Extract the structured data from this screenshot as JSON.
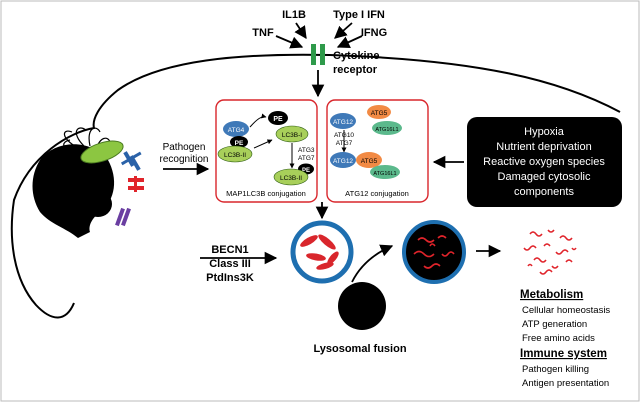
{
  "cytokines": {
    "il1b": "IL1B",
    "type1ifn": "Type I IFN",
    "tnf": "TNF",
    "ifng": "IFNG"
  },
  "receptor_label": [
    "Cytokine",
    "receptor"
  ],
  "pathogen_label": [
    "Pathogen",
    "recognition"
  ],
  "map1lc3b": {
    "atg4": "ATG4",
    "pe_top": "PE",
    "pe_left": "PE",
    "pe_right": "PE",
    "lc3b_ii_left": "LC3B-II",
    "lc3b_i": "LC3B-I",
    "atg3": "ATG3",
    "atg7": "ATG7",
    "lc3b_ii_right": "LC3B-II",
    "caption": "MAP1LC3B conjugation"
  },
  "atg12conj": {
    "atg12_top": "ATG12",
    "atg5_top": "ATG5",
    "atg16l1_top": "ATG16L1",
    "atg10": "ATG10",
    "atg7": "ATG7",
    "atg12_bottom": "ATG12",
    "atg5_bottom": "ATG5",
    "atg16l1_bottom": "ATG16L1",
    "caption": "ATG12 conjugation"
  },
  "stress_box": [
    "Hypoxia",
    "Nutrient deprivation",
    "Reactive oxygen species",
    "Damaged cytosolic",
    "components"
  ],
  "nucleation": [
    "BECN1",
    "Class III",
    "PtdIns3K"
  ],
  "lysosomal_fusion": "Lysosomal fusion",
  "outcomes": {
    "metabolism_heading": "Metabolism",
    "metabolism_items": [
      "Cellular homeostasis",
      "ATP generation",
      "Free amino acids"
    ],
    "immune_heading": "Immune system",
    "immune_items": [
      "Pathogen killing",
      "Antigen presentation"
    ]
  },
  "colors": {
    "receptor_green": "#2e9a4a",
    "box_red": "#d9262c",
    "atg4_blue": "#3f79b8",
    "lc3_green": "#a8cf5a",
    "atg5_orange": "#f28a44",
    "atg16_teal": "#5bb98c",
    "vesicle_blue": "#1e6fb0",
    "cargo_red": "#d9262c",
    "pattern_blue": "#2a62a8",
    "pattern_red": "#e0242b",
    "pattern_purple": "#6a3ea1",
    "bacterium_green": "#8cc641"
  }
}
